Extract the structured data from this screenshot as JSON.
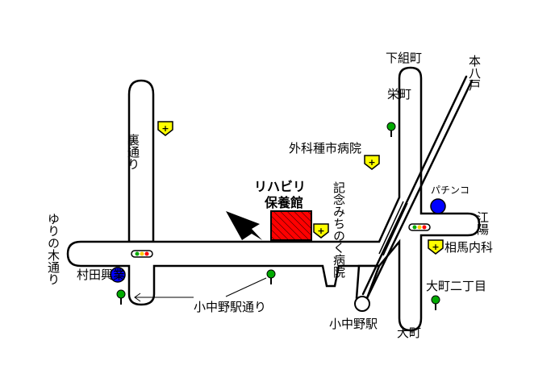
{
  "labels": {
    "shimokumi_cho": "下組町",
    "sakae_cho": "栄町",
    "ura_dori": "裏通り",
    "geka_hospital": "外科種市病院",
    "rehab": "リハビリ",
    "hoyokan": "保養館",
    "kinen_clinic": "記念みちのく病院",
    "yurinoki_dori": "ゆりの木通り",
    "murata_kogyo": "村田興業",
    "konakano_station_street": "小中野駅通り",
    "konakano_station": "小中野駅",
    "ohmachi": "大町",
    "ohmachi_nichome": "大町二丁目",
    "souma_naika": "相馬内科",
    "eyo": "江陽",
    "pachinko": "パチンコ",
    "hon_hachinohe": "本八戸"
  },
  "colors": {
    "target_building": "#ff0000",
    "hospital_mark": "#ffff00",
    "landmark_circle": "#0000ff",
    "tree": "#008000"
  },
  "icons": {
    "hospital": "hospital-cross-icon",
    "tree": "tree-icon",
    "traffic_light": "traffic-light-icon",
    "arrow": "pointer-arrow-icon"
  }
}
